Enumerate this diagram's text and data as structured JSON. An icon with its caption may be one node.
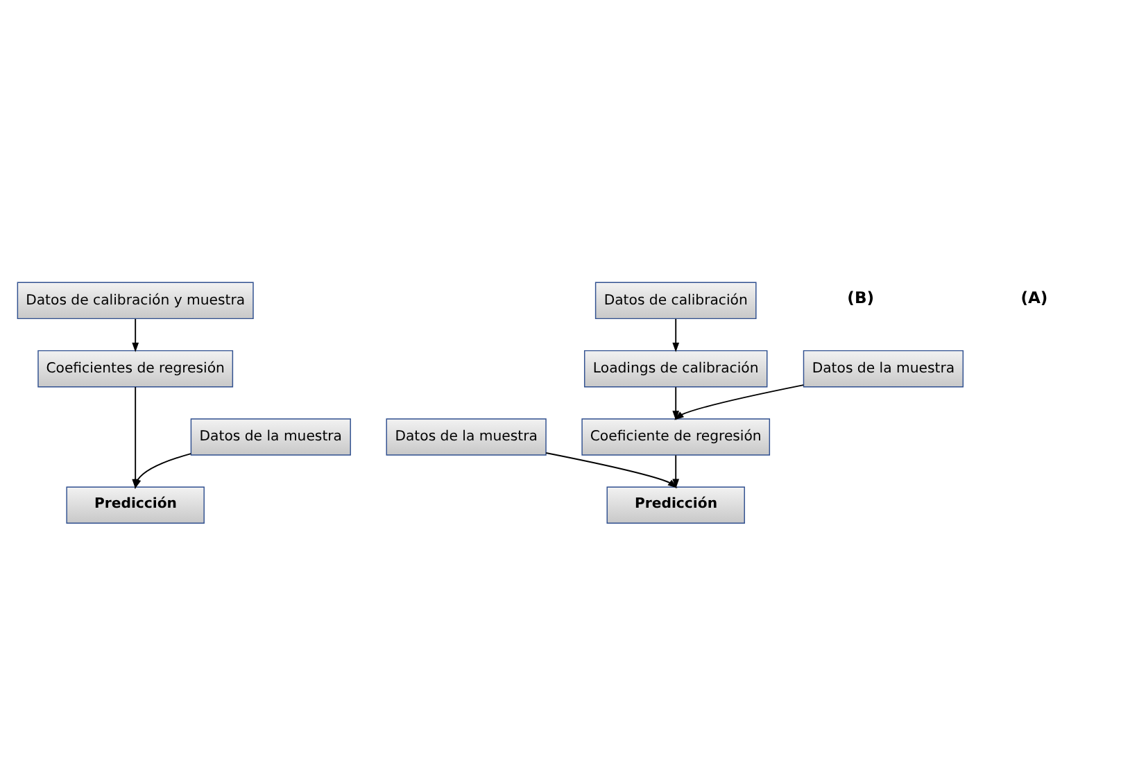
{
  "diagram": {
    "nodes": [
      {
        "text": [
          "Datos de calibración y muestra"
        ]
      },
      {
        "text": [
          "Coeficientes de regresión"
        ]
      },
      {
        "text": [
          "Datos de la muestra"
        ]
      },
      {
        "text": [
          "Predicción"
        ]
      },
      {
        "text": [
          "Datos de calibración"
        ]
      },
      {
        "text": [
          "Loadings de calibración"
        ]
      },
      {
        "text": [
          "Datos de la muestra"
        ]
      },
      {
        "text": [
          "Coeficiente de regresión"
        ]
      },
      {
        "text": [
          "Datos de la muestra"
        ]
      },
      {
        "text": [
          "Predicción"
        ]
      }
    ],
    "edges": [
      {
        "from": 0,
        "to": 1,
        "arrow": "to"
      },
      {
        "from": 1,
        "to": 3,
        "arrow": "to"
      },
      {
        "from": 2,
        "to": 3,
        "arrow": "to"
      },
      {
        "from": 4,
        "to": 5,
        "arrow": "to"
      },
      {
        "from": 5,
        "to": 7,
        "arrow": "to"
      },
      {
        "from": 6,
        "to": 7,
        "arrow": "to"
      },
      {
        "from": 7,
        "to": 9,
        "arrow": "to"
      },
      {
        "from": 8,
        "to": 9,
        "arrow": "to"
      }
    ],
    "labels": [
      "(A)",
      "(B)"
    ]
  }
}
